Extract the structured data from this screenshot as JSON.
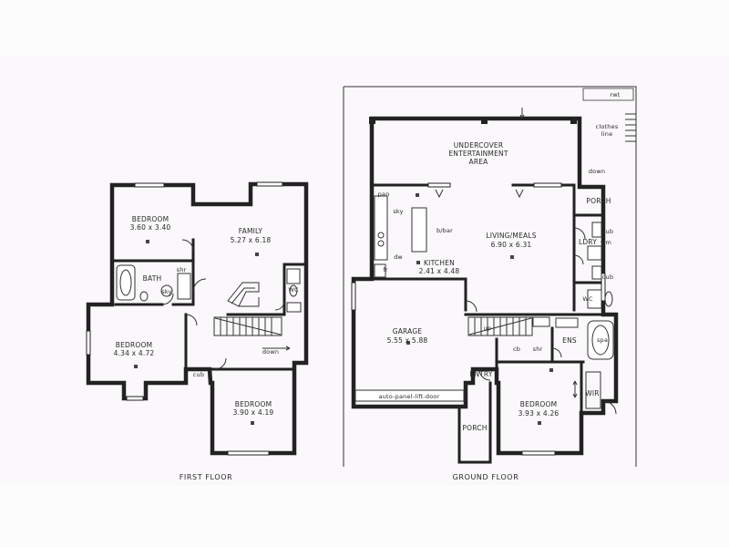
{
  "first_floor": {
    "caption": "FIRST FLOOR",
    "rooms": {
      "bedroom1": {
        "name": "BEDROOM",
        "size": "3.60 x 3.40"
      },
      "family": {
        "name": "FAMILY",
        "size": "5.27 x 6.18"
      },
      "bath": {
        "name": "BATH"
      },
      "bedroom2": {
        "name": "BEDROOM",
        "size": "4.34 x 4.72"
      },
      "bedroom3": {
        "name": "BEDROOM",
        "size": "3.90 x 4.19"
      }
    },
    "labels": {
      "shr": "shr",
      "sky": "sky",
      "wc": "WC",
      "down": "down",
      "cub": "cub"
    }
  },
  "ground_floor": {
    "caption": "GROUND FLOOR",
    "rooms": {
      "entertainment": {
        "line1": "UNDERCOVER",
        "line2": "ENTERTAINMENT",
        "line3": "AREA"
      },
      "living": {
        "name": "LIVING/MEALS",
        "size": "6.90 x 6.31"
      },
      "kitchen": {
        "name": "KITCHEN",
        "size": "2.41 x 4.48"
      },
      "garage": {
        "name": "GARAGE",
        "size": "5.55 x 5.88"
      },
      "bedroom": {
        "name": "BEDROOM",
        "size": "3.93 x 4.26"
      }
    },
    "labels": {
      "rwt": "rwt",
      "clothes": "clothes",
      "line": "line",
      "down": "down",
      "porch_rear": "PORCH",
      "pan": "pan",
      "sky": "sky",
      "dw": "dw",
      "fr": "fr",
      "bbar": "b/bar",
      "ldry": "LDRY",
      "wm": "wm",
      "cub": "cub",
      "wc": "WC",
      "up": "up",
      "cb": "cb",
      "shr": "shr",
      "ens": "ENS",
      "spa": "spa",
      "entry": "ENTRY",
      "porch_front": "PORCH",
      "wir": "WIR",
      "garage_door": "auto-panel-lift-door"
    }
  }
}
